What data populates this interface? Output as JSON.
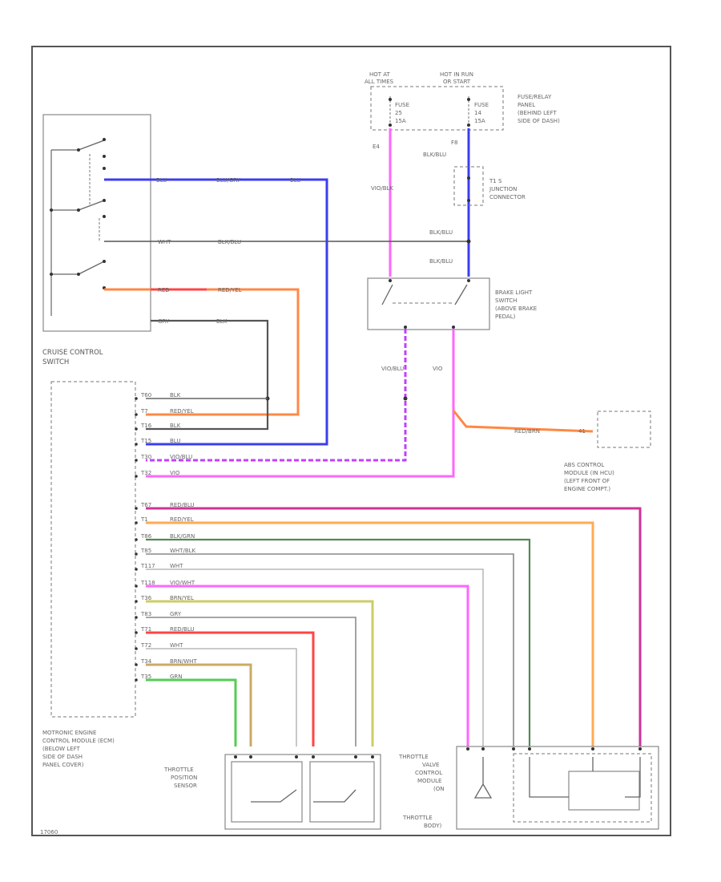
{
  "labels": {
    "hot_at": "HOT AT",
    "hot_at_all": "ALL TIMES",
    "hot_run": "HOT IN RUN",
    "hot_run_2": "OR START",
    "fuse1_name": "FUSE",
    "fuse1_num": "25",
    "fuse1_amp": "15A",
    "fuse2_name": "FUSE",
    "fuse2_num": "14",
    "fuse2_amp": "15A",
    "fuse_panel_1": "FUSE/RELAY",
    "fuse_panel_2": "PANEL",
    "fuse_panel_3": "(BEHIND LEFT",
    "fuse_panel_4": "SIDE OF DASH)",
    "junction_1": "T1 S",
    "junction_2": "JUNCTION",
    "junction_3": "CONNECTOR",
    "brake_1": "BRAKE LIGHT",
    "brake_2": "SWITCH",
    "brake_3": "(ABOVE BRAKE",
    "brake_4": "PEDAL)",
    "cruise_1": "CRUISE CONTROL",
    "cruise_2": "SWITCH",
    "ecm_1": "MOTRONIC ENGINE",
    "ecm_2": "CONTROL MODULE (ECM)",
    "ecm_3": "(BELOW LEFT",
    "ecm_4": "SIDE OF DASH",
    "ecm_5": "PANEL COVER)",
    "abs_1": "ABS CONTROL",
    "abs_2": "MODULE (IN HCU)",
    "abs_3": "(LEFT FRONT OF",
    "abs_4": "ENGINE COMPT.)",
    "tps_1": "THROTTLE",
    "tps_2": "POSITION",
    "tps_3": "SENSOR",
    "tv_1": "THROTTLE",
    "tv_2": "VALVE",
    "tv_3": "CONTROL",
    "tv_4": "MODULE",
    "tv_5": "(ON",
    "tv_6": "THROTTLE",
    "tv_7": "BODY)",
    "footer": "17060"
  },
  "wire_labels": {
    "e4": "E4",
    "f8": "F8",
    "vio_blk": "VIO/BLK",
    "blk_blu_1": "BLK/BLU",
    "blk_blu_2": "BLK/BLU",
    "blk_blu_3": "BLK/BLU",
    "vio_blu": "VIO/BLU",
    "vio": "VIO",
    "sw_blu": "BLU",
    "sw_blu_gry": "BLU/GRY",
    "sw_blu2": "BLU",
    "sw_wht": "WHT",
    "sw_blk_blu": "BLK/BLU",
    "sw_red": "RED",
    "sw_red_yel": "RED/YEL",
    "sw_gry": "GRY",
    "sw_gry2": "BLK",
    "abs_wire": "RED/BRN",
    "abs_pin": "41"
  },
  "ecm_pins": [
    {
      "pin": "T60",
      "wire": "BLK"
    },
    {
      "pin": "T7",
      "wire": "RED/YEL"
    },
    {
      "pin": "T16",
      "wire": "BLK"
    },
    {
      "pin": "T15",
      "wire": "BLU"
    },
    {
      "pin": "T30",
      "wire": "VIO/BLU"
    },
    {
      "pin": "T32",
      "wire": "VIO"
    },
    {
      "pin": "T67",
      "wire": "RED/BLU"
    },
    {
      "pin": "T1",
      "wire": "RED/YEL"
    },
    {
      "pin": "T86",
      "wire": "BLK/GRN"
    },
    {
      "pin": "T85",
      "wire": "WHT/BLK"
    },
    {
      "pin": "T117",
      "wire": "WHT"
    },
    {
      "pin": "T118",
      "wire": "VIO/WHT"
    },
    {
      "pin": "T36",
      "wire": "BRN/YEL"
    },
    {
      "pin": "T83",
      "wire": "GRY"
    },
    {
      "pin": "T71",
      "wire": "RED/BLU"
    },
    {
      "pin": "T72",
      "wire": "WHT"
    },
    {
      "pin": "T34",
      "wire": "BRN/WHT"
    },
    {
      "pin": "T35",
      "wire": "GRN"
    }
  ],
  "colors": {
    "blue": "#3c3cf0",
    "pink": "#ff66ff",
    "violet": "#c040ff",
    "orange": "#ff8844",
    "red": "#ff4444",
    "magenta": "#cc3399",
    "green": "#55cc55",
    "dkgreen": "#558855",
    "gray": "#888888",
    "dark": "#555555",
    "yellow": "#cccc66"
  }
}
